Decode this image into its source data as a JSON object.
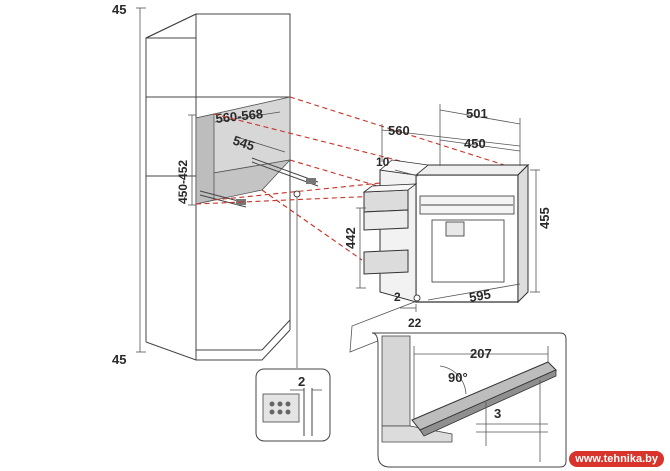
{
  "labels": {
    "cab_top_depth": "45",
    "cab_bottom_depth": "45",
    "niche_width": "560-568",
    "niche_depth": "545",
    "niche_height": "450-452",
    "oven_depth_total": "501",
    "oven_depth_body": "450",
    "oven_width_body": "560",
    "front_offset": "10",
    "body_height": "442",
    "front_height": "455",
    "front_width": "595",
    "gap_bottom": "2",
    "front_thickness": "22",
    "detail_gap": "2",
    "detail_length": "207",
    "detail_angle": "90°",
    "detail_offset": "3"
  },
  "watermark": "www.tehnika.by"
}
